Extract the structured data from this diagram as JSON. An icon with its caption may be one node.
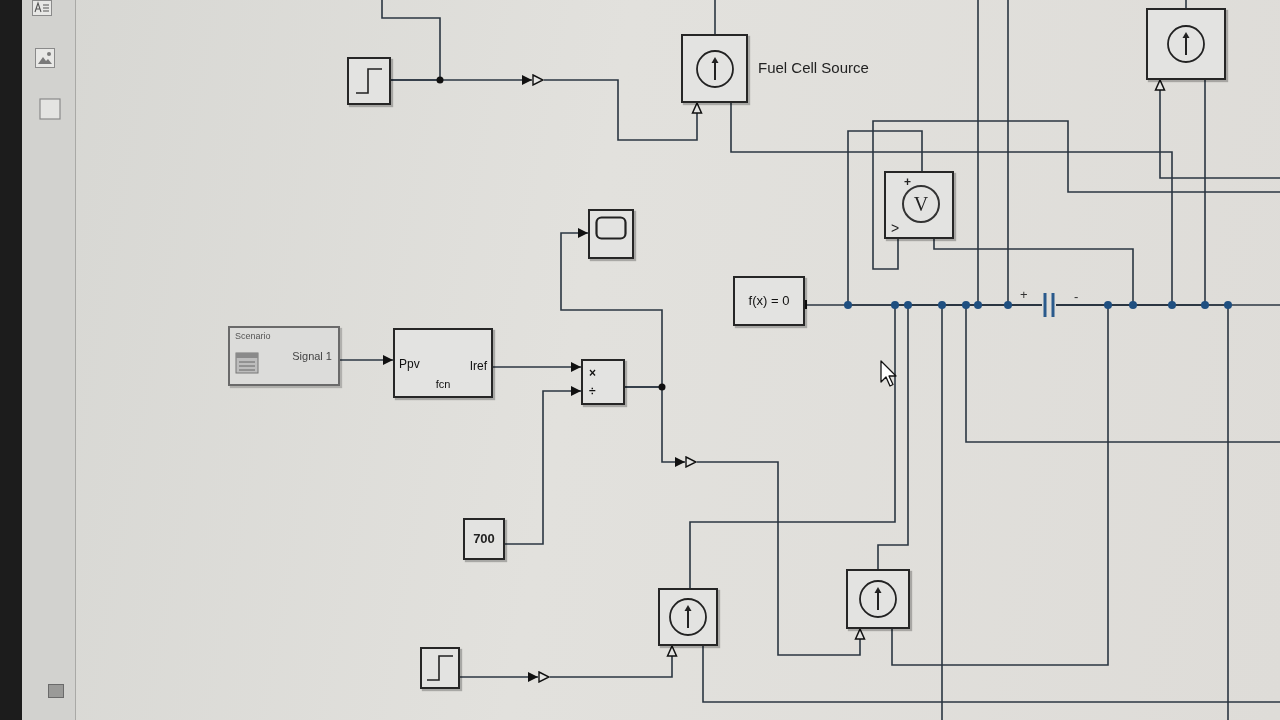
{
  "diagram": {
    "nodes": [
      {
        "text": [],
        "shape": "box"
      },
      {
        "text": [],
        "shape": "triangle"
      },
      {
        "text": [
          "Fuel Cell Source"
        ]
      },
      {
        "text": [],
        "shape": "box"
      },
      {
        "text": [],
        "shape": "box"
      },
      {
        "text": [
          "Scenario",
          "Signal 1"
        ]
      },
      {
        "text": [
          "Ppv",
          "Iref",
          "fcn"
        ]
      },
      {
        "text": [
          "×",
          "÷"
        ]
      },
      {
        "text": [
          "700"
        ]
      },
      {
        "text": [],
        "shape": "triangle"
      },
      {
        "text": [
          "f(x) = 0"
        ]
      },
      {
        "text": [
          "+",
          "V",
          ">"
        ]
      },
      {
        "text": [],
        "shape": "capacitor",
        "beside": [
          "+",
          "-"
        ]
      },
      {
        "text": [],
        "shape": "box"
      },
      {
        "text": [],
        "shape": "triangle"
      },
      {
        "text": [],
        "shape": "box"
      },
      {
        "text": [],
        "shape": "box"
      }
    ],
    "edges": [
      {
        "from": 0,
        "to": 1,
        "arrow": "to"
      },
      {
        "from": 0,
        "to": null,
        "arrow": "none"
      },
      {
        "from": 1,
        "to": 2,
        "arrow": "to"
      },
      {
        "from": 2,
        "to": null,
        "arrow": "none"
      },
      {
        "from": 2,
        "to": 12,
        "arrow": "none"
      },
      {
        "from": 3,
        "to": null,
        "arrow": "none"
      },
      {
        "from": null,
        "to": 3,
        "arrow": "to"
      },
      {
        "from": 3,
        "to": 12,
        "arrow": "none"
      },
      {
        "from": 5,
        "to": 6,
        "arrow": "to"
      },
      {
        "from": 6,
        "to": 7,
        "arrow": "to"
      },
      {
        "from": 8,
        "to": 7,
        "arrow": "to"
      },
      {
        "from": 7,
        "to": 4,
        "arrow": "to"
      },
      {
        "from": 7,
        "to": 9,
        "arrow": "to"
      },
      {
        "from": 9,
        "to": 16,
        "arrow": "to"
      },
      {
        "from": 10,
        "to": 12,
        "arrow": "none"
      },
      {
        "from": 11,
        "to": 12,
        "arrow": "none"
      },
      {
        "from": 11,
        "to": 12,
        "arrow": "none"
      },
      {
        "from": 11,
        "to": null,
        "arrow": "none"
      },
      {
        "from": 13,
        "to": 14,
        "arrow": "to"
      },
      {
        "from": 14,
        "to": 15,
        "arrow": "to"
      },
      {
        "from": 15,
        "to": 12,
        "arrow": "none"
      },
      {
        "from": 15,
        "to": null,
        "arrow": "none"
      },
      {
        "from": 16,
        "to": 12,
        "arrow": "none"
      },
      {
        "from": 16,
        "to": 12,
        "arrow": "none"
      },
      {
        "from": 12,
        "to": null,
        "arrow": "none"
      },
      {
        "from": 12,
        "to": null,
        "arrow": "none"
      },
      {
        "from": 12,
        "to": null,
        "arrow": "none"
      },
      {
        "from": 12,
        "to": null,
        "arrow": "none"
      },
      {
        "from": 12,
        "to": null,
        "arrow": "none"
      },
      {
        "from": 12,
        "to": null,
        "arrow": "none"
      }
    ]
  }
}
